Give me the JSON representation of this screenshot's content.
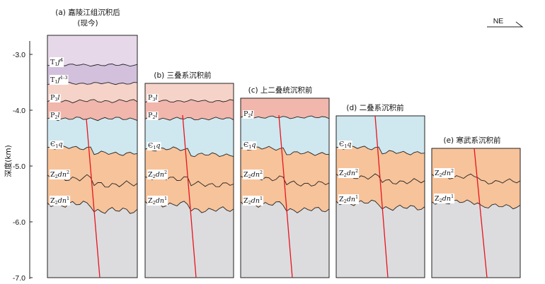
{
  "figure": {
    "y_axis_label": "深度(km)",
    "y_ticks": [
      "-3.0",
      "-4.0",
      "-5.0",
      "-6.0",
      "-7.0"
    ],
    "y_range_km": [
      -7.0,
      -2.6
    ],
    "north_arrow": "NE"
  },
  "colors": {
    "T1f4": "#e6d8e8",
    "T1f13": "#d2c0dd",
    "P3l": "#f6d3c9",
    "P2l": "#f1b6ac",
    "C1q": "#cfe7ef",
    "Z2dn": "#f7c39a",
    "basement": "#dcdcdf",
    "fault": "#e8141c",
    "line": "#222222"
  },
  "panels": [
    {
      "id": "a",
      "caption_line1": "(a) 嘉陵江组沉积后",
      "caption_line2": "(现今)",
      "units": [
        {
          "key": "T1f4",
          "label_main": "T",
          "label_sub": "1",
          "label_tail": "f",
          "label_sup": "4"
        },
        {
          "key": "T1f13",
          "label_main": "T",
          "label_sub": "1",
          "label_tail": "f",
          "label_sup": "1-3"
        },
        {
          "key": "P3l",
          "label_main": "P",
          "label_sub": "3",
          "label_tail": "l",
          "label_sup": ""
        },
        {
          "key": "P2l",
          "label_main": "P",
          "label_sub": "2",
          "label_tail": "l",
          "label_sup": ""
        },
        {
          "key": "C1q",
          "label_main": "Є",
          "label_sub": "1",
          "label_tail": "q",
          "label_sup": ""
        },
        {
          "key": "Z2dn2",
          "label_main": "Z",
          "label_sub": "2",
          "label_tail": "dn",
          "label_sup": "2"
        },
        {
          "key": "Z2dn1",
          "label_main": "Z",
          "label_sub": "2",
          "label_tail": "dn",
          "label_sup": "1"
        }
      ]
    },
    {
      "id": "b",
      "caption_line1": "(b) 三叠系沉积前",
      "caption_line2": "",
      "units": [
        {
          "key": "P3l",
          "label_main": "P",
          "label_sub": "3",
          "label_tail": "l",
          "label_sup": ""
        },
        {
          "key": "P2l",
          "label_main": "P",
          "label_sub": "2",
          "label_tail": "l",
          "label_sup": ""
        },
        {
          "key": "C1q",
          "label_main": "Є",
          "label_sub": "1",
          "label_tail": "q",
          "label_sup": ""
        },
        {
          "key": "Z2dn2",
          "label_main": "Z",
          "label_sub": "2",
          "label_tail": "dn",
          "label_sup": "2"
        },
        {
          "key": "Z2dn1",
          "label_main": "Z",
          "label_sub": "2",
          "label_tail": "dn",
          "label_sup": "1"
        }
      ]
    },
    {
      "id": "c",
      "caption_line1": "(c) 上二叠统沉积前",
      "caption_line2": "",
      "units": [
        {
          "key": "P2l",
          "label_main": "P",
          "label_sub": "2",
          "label_tail": "l",
          "label_sup": ""
        },
        {
          "key": "C1q",
          "label_main": "Є",
          "label_sub": "1",
          "label_tail": "q",
          "label_sup": ""
        },
        {
          "key": "Z2dn2",
          "label_main": "Z",
          "label_sub": "2",
          "label_tail": "dn",
          "label_sup": "2"
        },
        {
          "key": "Z2dn1",
          "label_main": "Z",
          "label_sub": "2",
          "label_tail": "dn",
          "label_sup": "1"
        }
      ]
    },
    {
      "id": "d",
      "caption_line1": "(d) 二叠系沉积前",
      "caption_line2": "",
      "units": [
        {
          "key": "C1q",
          "label_main": "Є",
          "label_sub": "1",
          "label_tail": "q",
          "label_sup": ""
        },
        {
          "key": "Z2dn2",
          "label_main": "Z",
          "label_sub": "2",
          "label_tail": "dn",
          "label_sup": "2"
        },
        {
          "key": "Z2dn1",
          "label_main": "Z",
          "label_sub": "2",
          "label_tail": "dn",
          "label_sup": "1"
        }
      ]
    },
    {
      "id": "e",
      "caption_line1": "(e) 寒武系沉积前",
      "caption_line2": "",
      "units": [
        {
          "key": "Z2dn2",
          "label_main": "Z",
          "label_sub": "2",
          "label_tail": "dn",
          "label_sup": "2"
        },
        {
          "key": "Z2dn1",
          "label_main": "Z",
          "label_sub": "2",
          "label_tail": "dn",
          "label_sup": "1"
        }
      ]
    }
  ]
}
